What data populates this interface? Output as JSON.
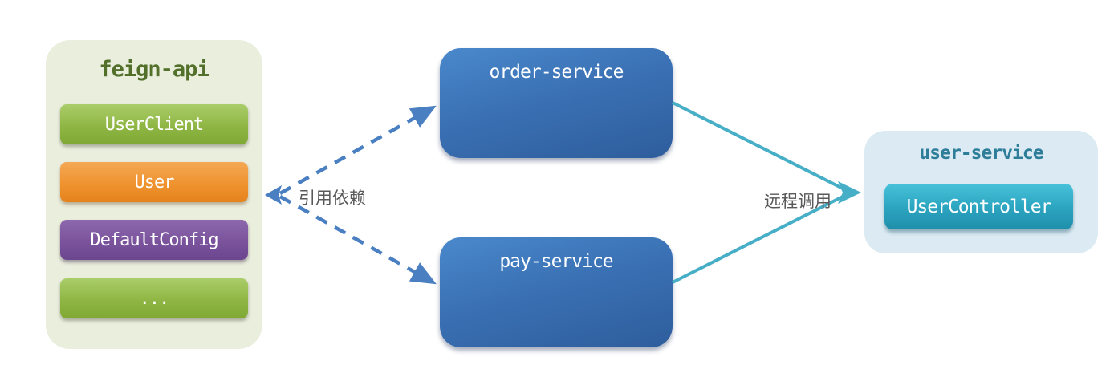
{
  "feign_api": {
    "title": "feign-api",
    "items": [
      {
        "label": "UserClient",
        "color": "#8fb644"
      },
      {
        "label": "User",
        "color": "#ef9330"
      },
      {
        "label": "DefaultConfig",
        "color": "#7a539c"
      },
      {
        "label": "...",
        "color": "#8fb644"
      }
    ]
  },
  "services": [
    {
      "label": "order-service"
    },
    {
      "label": "pay-service"
    }
  ],
  "user_service": {
    "title": "user-service",
    "item_label": "UserController"
  },
  "edges": {
    "dependency_label": "引用依赖",
    "remote_call_label": "远程调用"
  },
  "colors": {
    "feign_group_bg": "#eaeedd",
    "feign_title": "#53702b",
    "service_box": "#3a71b4",
    "user_group_bg": "#dcebf3",
    "user_title": "#2e7e9a",
    "user_controller": "#2ba3bf",
    "dashed_arrow": "#4a7fc1",
    "solid_arrow": "#46aec6",
    "label_text": "#595959"
  }
}
